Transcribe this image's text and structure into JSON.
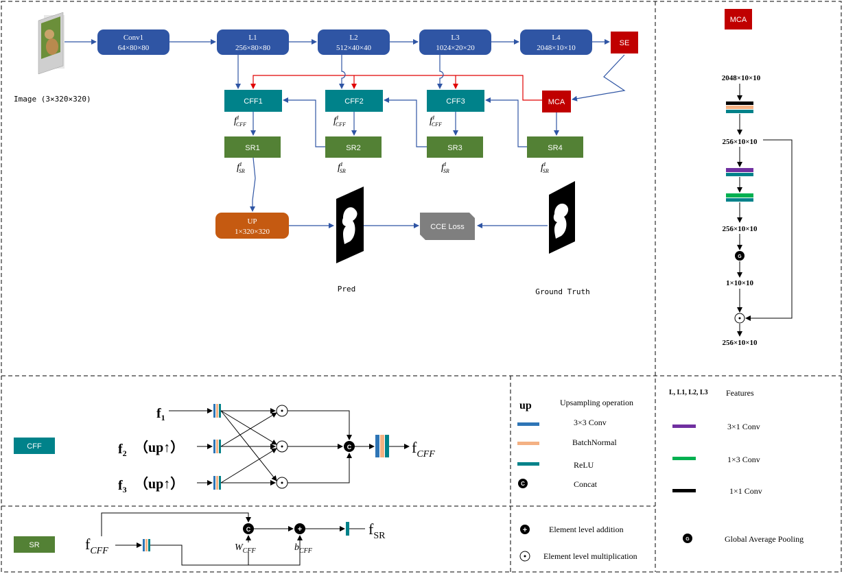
{
  "colors": {
    "backbone": "#2f55a4",
    "cff": "#00828a",
    "sr": "#538135",
    "se_mca": "#c00000",
    "up": "#c55a11",
    "loss": "#7f7f7f",
    "conv3x3": "#2e75b6",
    "batchnorm": "#f4b183",
    "relu": "#00828a",
    "conv3x1": "#7030a0",
    "conv1x3": "#00b050",
    "conv1x1": "#000000",
    "arrow": "#2f55a4",
    "red_arrow": "#e00000"
  },
  "main": {
    "image_label": "Image (3×320×320)",
    "backbone": [
      {
        "name": "Conv1",
        "dims": "64×80×80"
      },
      {
        "name": "L1",
        "dims": "256×80×80"
      },
      {
        "name": "L2",
        "dims": "512×40×40"
      },
      {
        "name": "L3",
        "dims": "1024×20×20"
      },
      {
        "name": "L4",
        "dims": "2048×10×10"
      }
    ],
    "se": "SE",
    "mca": "MCA",
    "cff": [
      "CFF1",
      "CFF2",
      "CFF3"
    ],
    "sr": [
      "SR1",
      "SR2",
      "SR3",
      "SR4"
    ],
    "f_cff": [
      "f",
      "f",
      "f"
    ],
    "f_sr": [
      "f",
      "f",
      "f",
      "f"
    ],
    "f_sup": "1",
    "f_cff_sub": "CFF",
    "f_sr_sub": "SR",
    "up": {
      "name": "UP",
      "dims": "1×320×320"
    },
    "loss": "CCE Loss",
    "pred_label": "Pred",
    "gt_label": "Ground Truth"
  },
  "mca_panel": {
    "title": "MCA",
    "dims": [
      "2048×10×10",
      "256×10×10",
      "256×10×10",
      "1×10×10",
      "256×10×10"
    ],
    "gap_symbol": "G",
    "mul_symbol": "⊙"
  },
  "cff_panel": {
    "label": "CFF",
    "inputs": [
      "f",
      "f",
      "f"
    ],
    "input_subs": [
      "1",
      "2",
      "3"
    ],
    "up_note": "（up↑）",
    "concat": "C",
    "output": "f",
    "output_sub": "CFF"
  },
  "sr_panel": {
    "label": "SR",
    "input": "f",
    "input_sub": "CFF",
    "concat": "C",
    "add": "+",
    "w": "W",
    "w_sub": "CFF",
    "b": "b",
    "b_sub": "CFF",
    "output": "f",
    "output_sub": "SR"
  },
  "legend1": {
    "up_symbol": "up",
    "up_text": "Upsampling operation",
    "conv3x3": "3×3 Conv",
    "batchnorm": "BatchNormal",
    "relu": "ReLU",
    "concat_symbol": "C",
    "concat": "Concat",
    "add_text": "Element level addition",
    "mul_text": "Element level multiplication"
  },
  "legend2": {
    "layers": "L, L1, L2, L3",
    "features": "Features",
    "conv3x1": "3×1 Conv",
    "conv1x3": "1×3 Conv",
    "conv1x1": "1×1 Conv",
    "gap_symbol": "G",
    "gap": "Global Average Pooling"
  }
}
